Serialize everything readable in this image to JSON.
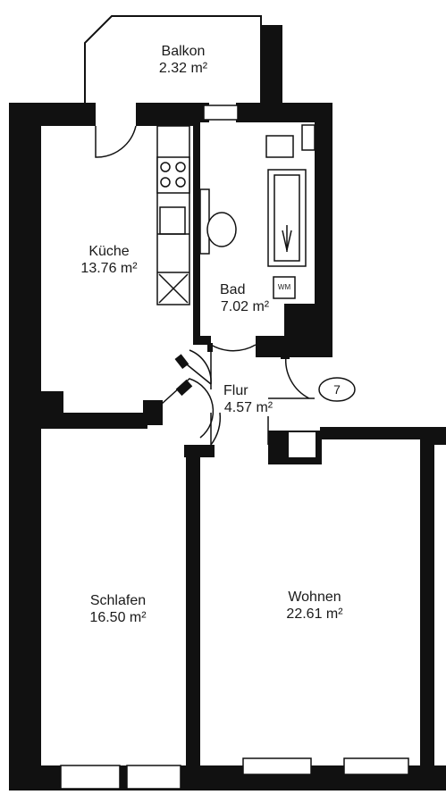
{
  "rooms": {
    "balkon": {
      "name": "Balkon",
      "area": "2.32 m²"
    },
    "kueche": {
      "name": "Küche",
      "area": "13.76 m²"
    },
    "bad": {
      "name": "Bad",
      "area": "7.02 m²"
    },
    "flur": {
      "name": "Flur",
      "area": "4.57 m²"
    },
    "schlafen": {
      "name": "Schlafen",
      "area": "16.50 m²"
    },
    "wohnen": {
      "name": "Wohnen",
      "area": "22.61 m²"
    }
  },
  "fixtures": {
    "washing_machine": "WM",
    "unit_number": "7"
  }
}
